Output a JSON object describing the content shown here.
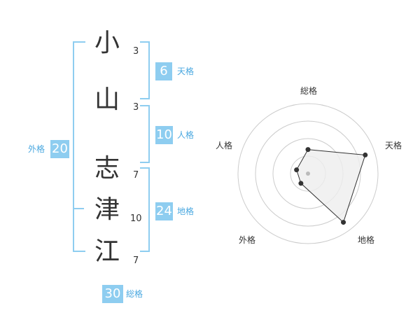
{
  "name_chars": [
    {
      "char": "小",
      "strokes": "3"
    },
    {
      "char": "山",
      "strokes": "3"
    },
    {
      "char": "志",
      "strokes": "7"
    },
    {
      "char": "津",
      "strokes": "10"
    },
    {
      "char": "江",
      "strokes": "7"
    }
  ],
  "fortunes": {
    "tenkaku": {
      "label": "天格",
      "value": "6"
    },
    "jinkaku": {
      "label": "人格",
      "value": "10"
    },
    "chikaku": {
      "label": "地格",
      "value": "24"
    },
    "gaikaku": {
      "label": "外格",
      "value": "20"
    },
    "soukaku": {
      "label": "総格",
      "value": "30"
    }
  },
  "radar": {
    "axes": [
      "総格",
      "天格",
      "地格",
      "外格",
      "人格"
    ],
    "values": [
      0.4,
      1.0,
      1.0,
      0.2,
      0.2
    ],
    "rings": 4,
    "colors": {
      "fill": "#eeeeee",
      "line": "#333333",
      "grid": "#cccccc",
      "center": "#bbbbbb"
    }
  },
  "colors": {
    "accent": "#8ecdf0",
    "label": "#4aa8e0"
  }
}
